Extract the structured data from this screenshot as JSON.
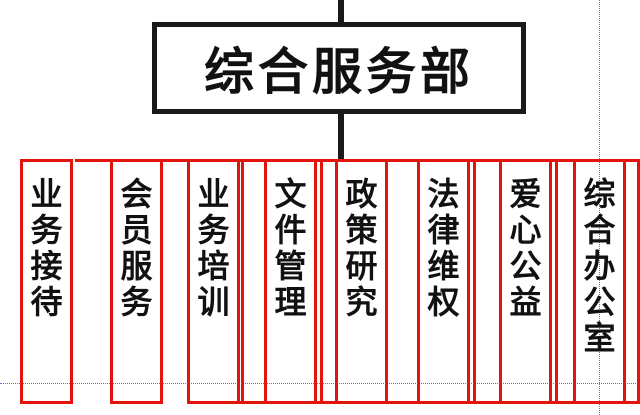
{
  "head": {
    "title": "综合服务部"
  },
  "departments": [
    {
      "label": "业务接待"
    },
    {
      "label": "会员服务"
    },
    {
      "label": "业务培训"
    },
    {
      "label": "文件管理"
    },
    {
      "label": "政策研究"
    },
    {
      "label": "法律维权"
    },
    {
      "label": "爱心公益"
    },
    {
      "label": "综合办公室"
    }
  ],
  "colors": {
    "box_border": "#e3140c",
    "head_border": "#1a1a1a",
    "guide": "#5b6fe0"
  }
}
